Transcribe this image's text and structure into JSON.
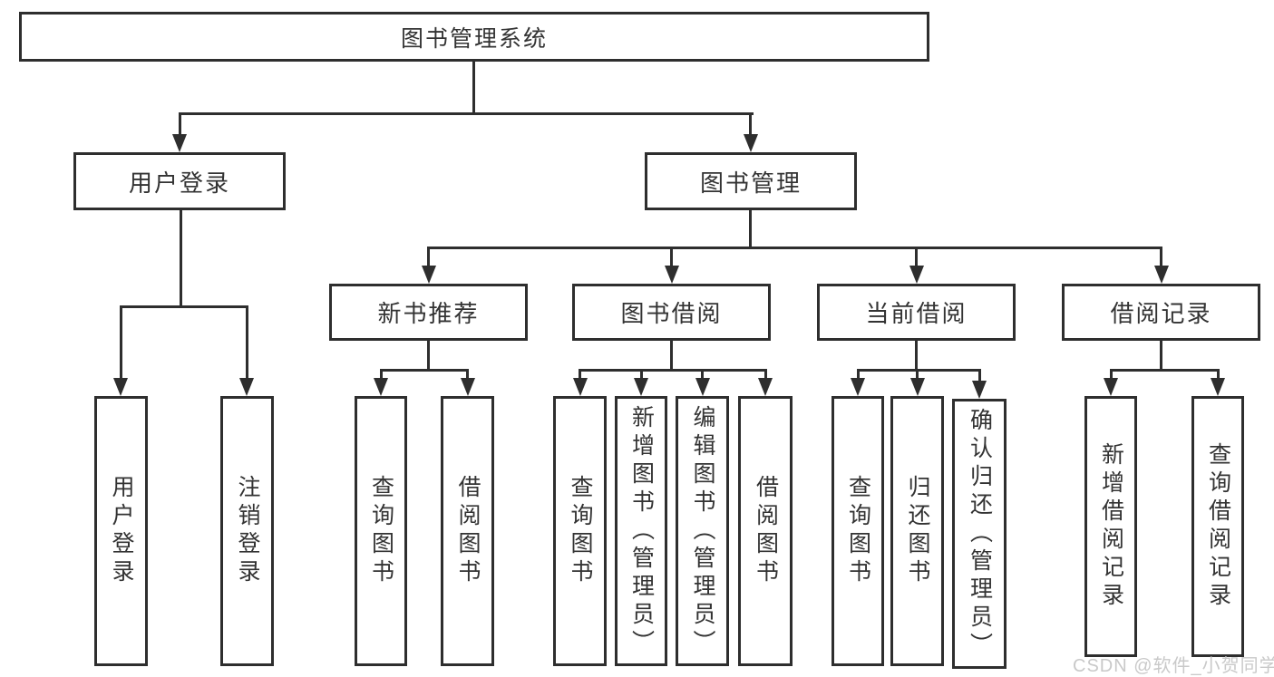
{
  "title": "图书管理系统",
  "colors": {
    "line": "#2e2e2e",
    "text": "#333333",
    "background": "#ffffff",
    "watermark": "#c9c9c9"
  },
  "watermark": {
    "text": "CSDN @软件_小贺同学"
  },
  "diagram": {
    "root": {
      "label": "图书管理系统"
    },
    "level2": [
      {
        "label": "用户登录"
      },
      {
        "label": "图书管理"
      }
    ],
    "level3": [
      {
        "label": "新书推荐",
        "parent": "图书管理"
      },
      {
        "label": "图书借阅",
        "parent": "图书管理"
      },
      {
        "label": "当前借阅",
        "parent": "图书管理"
      },
      {
        "label": "借阅记录",
        "parent": "图书管理"
      }
    ],
    "leaves": [
      {
        "label": "用户登录",
        "parent": "用户登录"
      },
      {
        "label": "注销登录",
        "parent": "用户登录"
      },
      {
        "label": "查询图书",
        "parent": "新书推荐"
      },
      {
        "label": "借阅图书",
        "parent": "新书推荐"
      },
      {
        "label": "查询图书",
        "parent": "图书借阅"
      },
      {
        "label": "新增图书（管理员）",
        "parent": "图书借阅"
      },
      {
        "label": "编辑图书（管理员）",
        "parent": "图书借阅"
      },
      {
        "label": "借阅图书",
        "parent": "图书借阅"
      },
      {
        "label": "查询图书",
        "parent": "当前借阅"
      },
      {
        "label": "归还图书",
        "parent": "当前借阅"
      },
      {
        "label": "确认归还（管理员）",
        "parent": "当前借阅"
      },
      {
        "label": "新增借阅记录",
        "parent": "借阅记录"
      },
      {
        "label": "查询借阅记录",
        "parent": "借阅记录"
      }
    ]
  }
}
